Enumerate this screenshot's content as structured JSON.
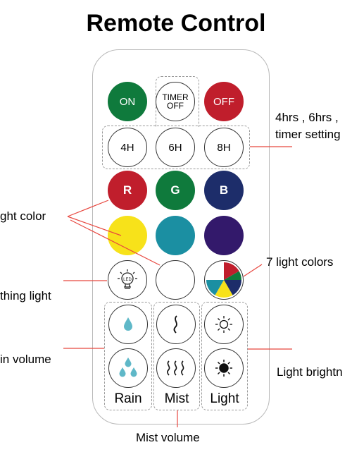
{
  "title": "Remote Control",
  "buttons": {
    "on": "ON",
    "timer_off_1": "TIMER",
    "timer_off_2": "OFF",
    "off": "OFF",
    "timer_4h": "4H",
    "timer_6h": "6H",
    "timer_8h": "8H",
    "red": "R",
    "green": "G",
    "blue": "B",
    "led": "LED"
  },
  "group_labels": {
    "rain": "Rain",
    "mist": "Mist",
    "light": "Light"
  },
  "annotations": {
    "timer_line1": "4hrs , 6hrs ,",
    "timer_line2": "timer setting",
    "light_color": "ght color",
    "seven_colors": "7 light colors",
    "breathing": "thing light",
    "rain_volume": "in volume",
    "brightness": "Light brightn",
    "mist_volume": "Mist volume"
  },
  "colors": {
    "on": "#0f7a3c",
    "off": "#c01e2c",
    "red": "#c01e2c",
    "green": "#0f7a3c",
    "blue": "#1d2d6a",
    "yellow": "#f7e21a",
    "teal": "#1b8fa2",
    "purple": "#33196b",
    "annotation_line": "#e8473f"
  }
}
